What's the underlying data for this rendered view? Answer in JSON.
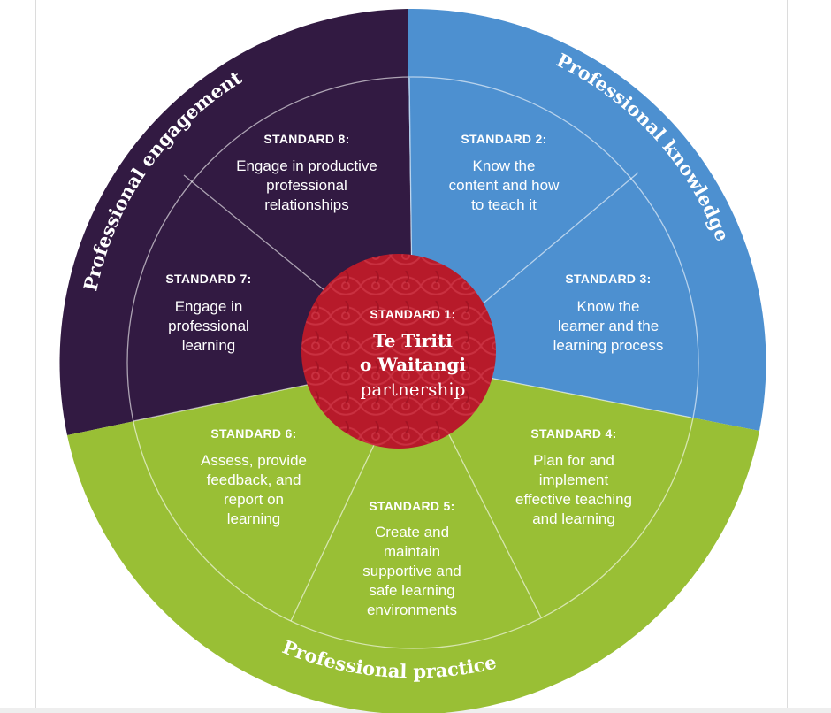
{
  "ring_labels": {
    "engagement": "Professional engagement",
    "knowledge": "Professional knowledge",
    "practice": "Professional practice"
  },
  "center": {
    "number": "STANDARD 1:",
    "title_line1": "Te Tiriti",
    "title_line2": "o Waitangi",
    "subtitle": "partnership"
  },
  "standards": {
    "s2": {
      "number": "STANDARD 2:",
      "lines": [
        "Know the",
        "content and how",
        "to teach it"
      ]
    },
    "s3": {
      "number": "STANDARD 3:",
      "lines": [
        "Know the",
        "learner and the",
        "learning process"
      ]
    },
    "s4": {
      "number": "STANDARD 4:",
      "lines": [
        "Plan for and",
        "implement",
        "effective teaching",
        "and learning"
      ]
    },
    "s5": {
      "number": "STANDARD 5:",
      "lines": [
        "Create and",
        "maintain",
        "supportive and",
        "safe learning",
        "environments"
      ]
    },
    "s6": {
      "number": "STANDARD 6:",
      "lines": [
        "Assess, provide",
        "feedback, and",
        "report on",
        "learning"
      ]
    },
    "s7": {
      "number": "STANDARD 7:",
      "lines": [
        "Engage in",
        "professional",
        "learning"
      ]
    },
    "s8": {
      "number": "STANDARD 8:",
      "lines": [
        "Engage in productive",
        "professional",
        "relationships"
      ]
    }
  },
  "colors": {
    "engagement": "#321a42",
    "knowledge": "#4d90d0",
    "practice": "#99bf35",
    "center": "#b71a2a"
  }
}
